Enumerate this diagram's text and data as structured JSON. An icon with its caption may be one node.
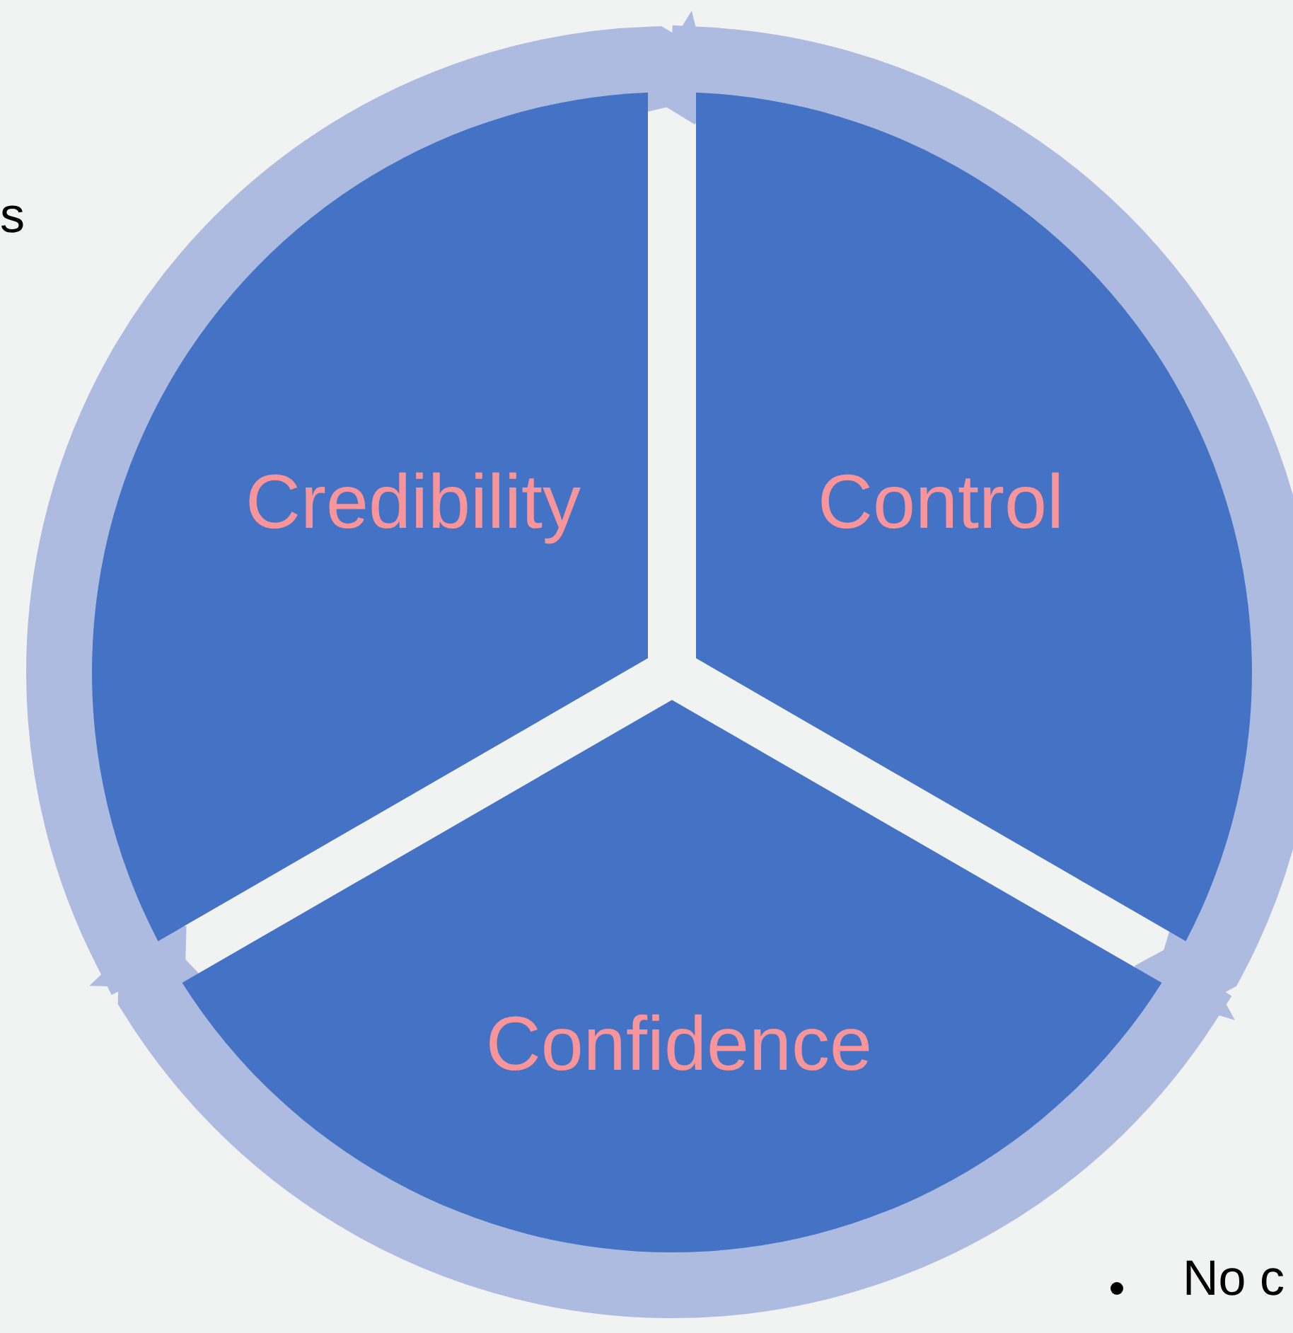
{
  "diagram": {
    "nodes": [
      {
        "text": [
          "Credibility"
        ]
      },
      {
        "text": [
          "Control"
        ]
      },
      {
        "text": [
          "Confidence"
        ]
      }
    ],
    "edges": [
      {
        "from": 0,
        "to": 1,
        "arrow": "to"
      },
      {
        "from": 1,
        "to": 2,
        "arrow": "to"
      },
      {
        "from": 2,
        "to": 0,
        "arrow": "to"
      }
    ],
    "labels": [
      "s",
      "No c"
    ]
  }
}
